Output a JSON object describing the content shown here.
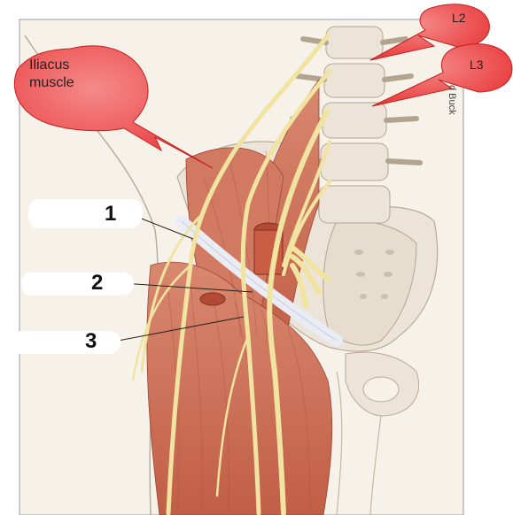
{
  "labels": {
    "iliacus": {
      "line1": "Iliacus",
      "line2": "muscle"
    },
    "l2": "L2",
    "l3": "L3",
    "n1": "1",
    "n2": "2",
    "n3": "3"
  },
  "credit_text": "d Buck",
  "colors": {
    "callout_red": "#ee2a2a",
    "callout_red_light": "#f26a6a",
    "muscle": "#cf6f55",
    "nerve": "#f1e3a0",
    "bone": "#ece4d8",
    "paper": "#f6f2ea",
    "ligament": "#e9ecf4"
  }
}
